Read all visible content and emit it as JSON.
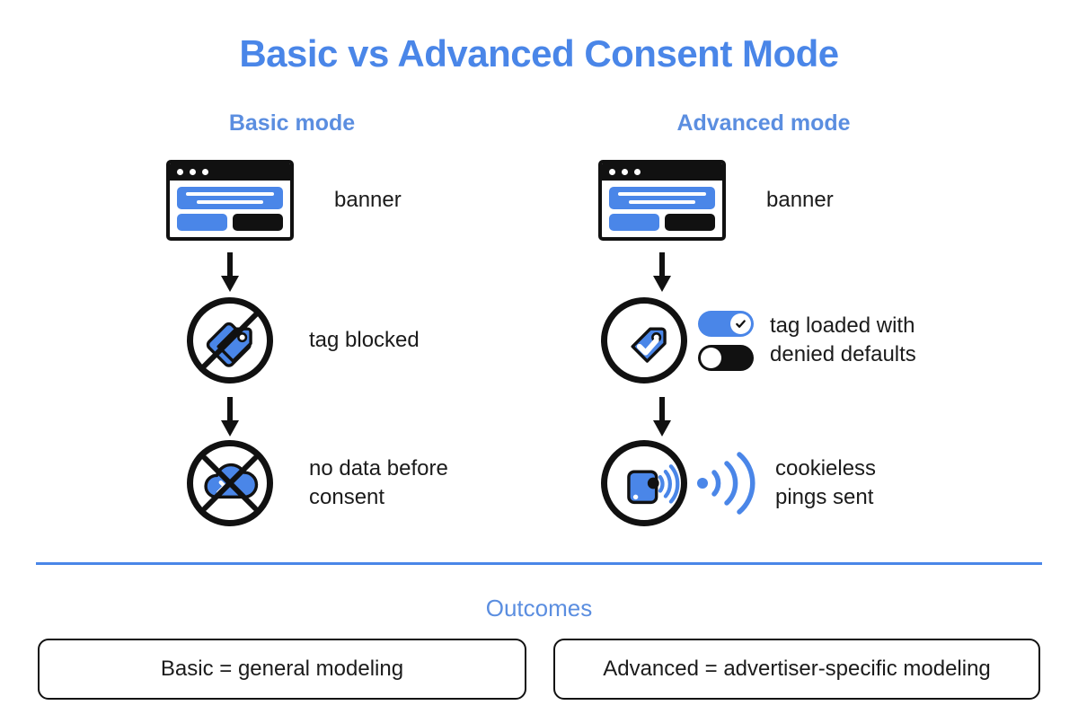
{
  "title": "Basic vs Advanced Consent Mode",
  "colors": {
    "accent_blue": "#4a86e8",
    "heading_blue": "#5b8ee0",
    "black": "#111111",
    "text": "#1b1b1b",
    "background": "#ffffff"
  },
  "columns": {
    "basic": {
      "heading": "Basic mode",
      "steps": [
        {
          "icon": "banner-window-icon",
          "label": "banner"
        },
        {
          "icon": "tag-blocked-icon",
          "label": "tag blocked"
        },
        {
          "icon": "cloud-blocked-icon",
          "label": "no data before\nconsent"
        }
      ]
    },
    "advanced": {
      "heading": "Advanced mode",
      "steps": [
        {
          "icon": "banner-window-icon",
          "label": "banner"
        },
        {
          "icon": "tag-check-icon",
          "label": "tag loaded with\ndenied defaults"
        },
        {
          "icon": "cookieless-ping-icon",
          "label": "cookieless\npings sent"
        }
      ],
      "toggles": [
        {
          "name": "consent-toggle-granted",
          "state": "on",
          "glyph": "check"
        },
        {
          "name": "consent-toggle-denied",
          "state": "off",
          "glyph": "none"
        }
      ]
    }
  },
  "outcomes": {
    "heading": "Outcomes",
    "boxes": [
      "Basic = general modeling",
      "Advanced = advertiser-specific modeling"
    ]
  }
}
